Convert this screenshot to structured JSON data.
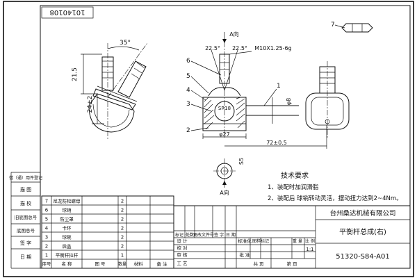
{
  "drawing_code_rotated": "10140108",
  "balloons": [
    "1",
    "2",
    "3",
    "4",
    "5",
    "6",
    "7"
  ],
  "dims": {
    "angle": "35°",
    "h1": "21.5",
    "h2": "24±2",
    "a1": "22.5°",
    "a2": "22.5°",
    "thread": "M10X1.25-6g",
    "sr": "SR18",
    "d8": "φ8",
    "d27": "φ27",
    "len": "72±0.5",
    "s5": "S5",
    "view_a_top": "A向",
    "view_a_bottom": "A向"
  },
  "notes": {
    "title": "技术要求",
    "line1": "1、装配时加润滑脂",
    "line2": "2、装配后 球销转动灵活，摆动扭力达到2~4Nm。"
  },
  "left_strip": [
    "借（通）用件登记",
    "描 图",
    "描 校",
    "旧底图总号",
    "底图总号",
    "签 字",
    "日 期"
  ],
  "bom": {
    "rows": [
      {
        "no": "7",
        "name": "尼龙防松螺母",
        "qty": "2"
      },
      {
        "no": "6",
        "name": "球销",
        "qty": "2"
      },
      {
        "no": "5",
        "name": "防尘罩",
        "qty": "2"
      },
      {
        "no": "4",
        "name": "卡环",
        "qty": "2"
      },
      {
        "no": "3",
        "name": "球碗",
        "qty": "2"
      },
      {
        "no": "2",
        "name": "后盖",
        "qty": "2"
      },
      {
        "no": "1",
        "name": "平衡杆拉杆",
        "qty": "1"
      }
    ],
    "header": {
      "no": "序号",
      "name": "名 称",
      "code": "图 号",
      "qty": "数量",
      "mat": "材料",
      "note": "备 注"
    }
  },
  "titleblock": {
    "company": "台州桑达机械有限公司",
    "part_name": "平衡杆总成(右)",
    "part_no": "51320-S84-A01",
    "rev_labels": [
      "标记",
      "处数",
      "更改文件号",
      "签 字",
      "日 期"
    ],
    "roles": [
      "设 计",
      "标准化",
      "校 对",
      "审 核",
      "工 艺",
      "批 准"
    ],
    "stage": "图样标记",
    "weight": "重 量",
    "scale": "比 例",
    "scale_val": "1:1",
    "sheets_a": "共 页",
    "sheets_b": "第 页"
  }
}
